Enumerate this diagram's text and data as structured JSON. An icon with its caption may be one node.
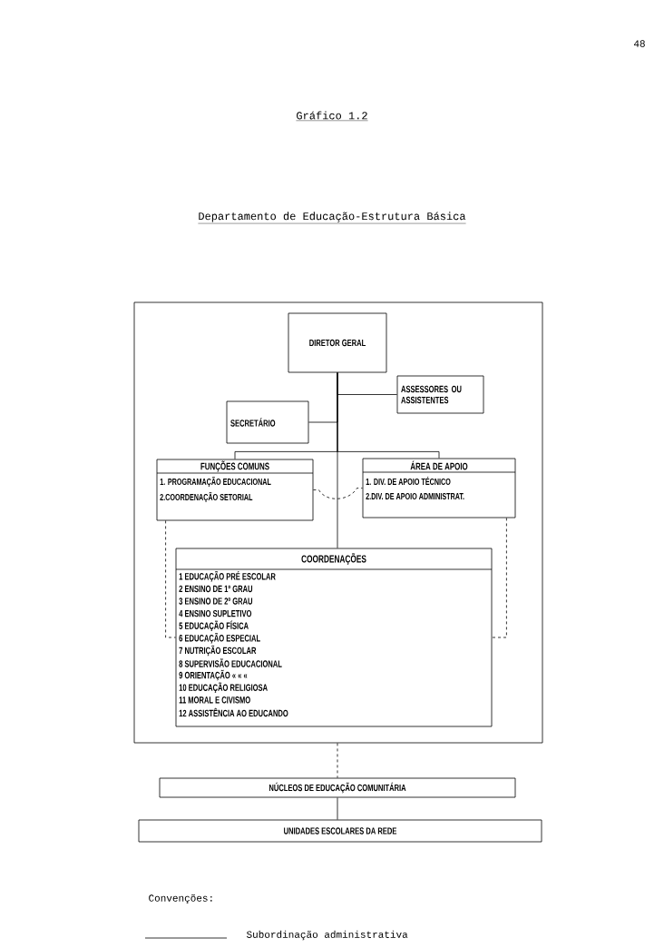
{
  "diagram": {
    "title": "Gráfico 1.2",
    "nodes": [
      {
        "text": [],
        "shape": "box"
      },
      {
        "text": [
          "DIRETOR GERAL"
        ],
        "in": 0
      },
      {
        "text": [
          "ASSESSORES OU ASSISTENTES"
        ],
        "in": 0
      },
      {
        "text": [
          "SECRETÁRIO"
        ],
        "in": 0
      },
      {
        "text": [
          "FUNÇÕES COMUNS",
          "1. PROGRAMAÇÃO EDUCACIONAL",
          "2.COORDENAÇÃO SETORIAL"
        ],
        "in": 0
      },
      {
        "text": [
          "ÁREA DE APOIO",
          "1. DIV. DE APOIO TÉCNICO",
          "2.DIV. DE APOIO ADMINISTRAT."
        ],
        "in": 0
      },
      {
        "text": [
          "COORDENAÇÕES",
          "1 EDUCAÇÃO PRÉ ESCOLAR",
          "2 ENSINO DE 1º GRAU",
          "3 ENSINO DE 2º GRAU",
          "4 ENSINO SUPLETIVO",
          "5 EDUCAÇÃO FÍSICA",
          "6 EDUCAÇÃO ESPECIAL",
          "7 NUTRIÇÃO ESCOLAR",
          "8 SUPERVISÃO EDUCACIONAL",
          "9 ORIENTAÇÃO « « «",
          "10 EDUCAÇÃO RELIGIOSA",
          "11 MORAL E CIVISMO",
          "12 ASSISTÊNCIA AO EDUCANDO"
        ],
        "in": 0
      },
      {
        "text": [
          "NÚCLEOS DE EDUCAÇÃO COMUNITÁRIA"
        ]
      },
      {
        "text": [
          "UNIDADES ESCOLARES DA REDE"
        ]
      }
    ],
    "edges": [
      {
        "from": 1,
        "to": 2,
        "arrow": "none"
      },
      {
        "from": 1,
        "to": 3,
        "arrow": "none"
      },
      {
        "from": 1,
        "to": 4,
        "arrow": "none"
      },
      {
        "from": 1,
        "to": 5,
        "arrow": "none"
      },
      {
        "from": 1,
        "to": 6,
        "arrow": "none"
      },
      {
        "from": 4,
        "to": 5,
        "arrow": "none",
        "style": "dashed"
      },
      {
        "from": 4,
        "to": 6,
        "arrow": "none",
        "style": "dashed"
      },
      {
        "from": 5,
        "to": 6,
        "arrow": "none",
        "style": "dashed"
      },
      {
        "from": 0,
        "to": 7,
        "arrow": "none",
        "style": "dashed"
      },
      {
        "from": 7,
        "to": 8,
        "arrow": "none"
      }
    ],
    "labels": [
      "48",
      "Departamento de Educação-Estrutura Básica",
      "Convenções:"
    ],
    "legend": [
      {
        "text": "Subordinação administrativa"
      }
    ]
  }
}
